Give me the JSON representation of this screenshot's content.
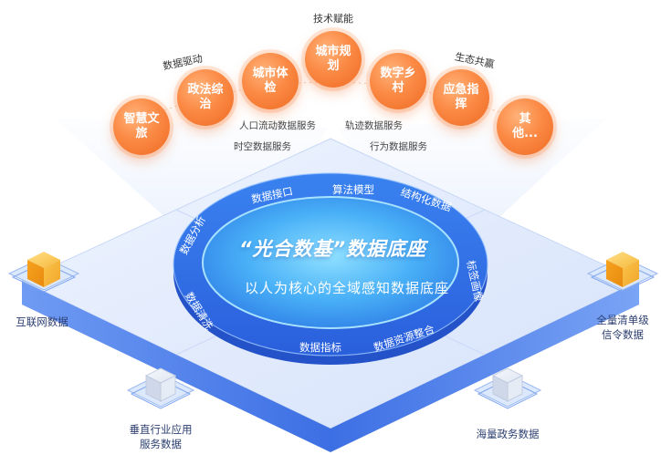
{
  "top_label": "技术赋能",
  "left_label": "数据驱动",
  "right_label": "生态共赢",
  "applications": [
    "智慧文旅",
    "政法综治",
    "城市体检",
    "城市规划",
    "数字乡村",
    "应急指挥",
    "其他..."
  ],
  "service_labels": [
    "人口流动数据服务",
    "轨迹数据服务",
    "时空数据服务",
    "行为数据服务"
  ],
  "ring_labels": [
    "数据接口",
    "算法模型",
    "结构化数据",
    "标签画像",
    "数据资源整合",
    "数据指标",
    "数据清洗",
    "数据分析"
  ],
  "core_title": "“光合数基”数据底座",
  "core_subtitle": "以人为核心的全域感知数据底座",
  "sources": [
    {
      "line1": "互联网数据",
      "line2": ""
    },
    {
      "line1": "全量清单级",
      "line2": "信令数据"
    },
    {
      "line1": "垂直行业应用",
      "line2": "服务数据"
    },
    {
      "line1": "海量政务数据",
      "line2": ""
    }
  ],
  "colors": {
    "accent_orange": "#f7782f",
    "platform_blue": "#3a6fe8",
    "core_blue": "#4aa6f5"
  }
}
